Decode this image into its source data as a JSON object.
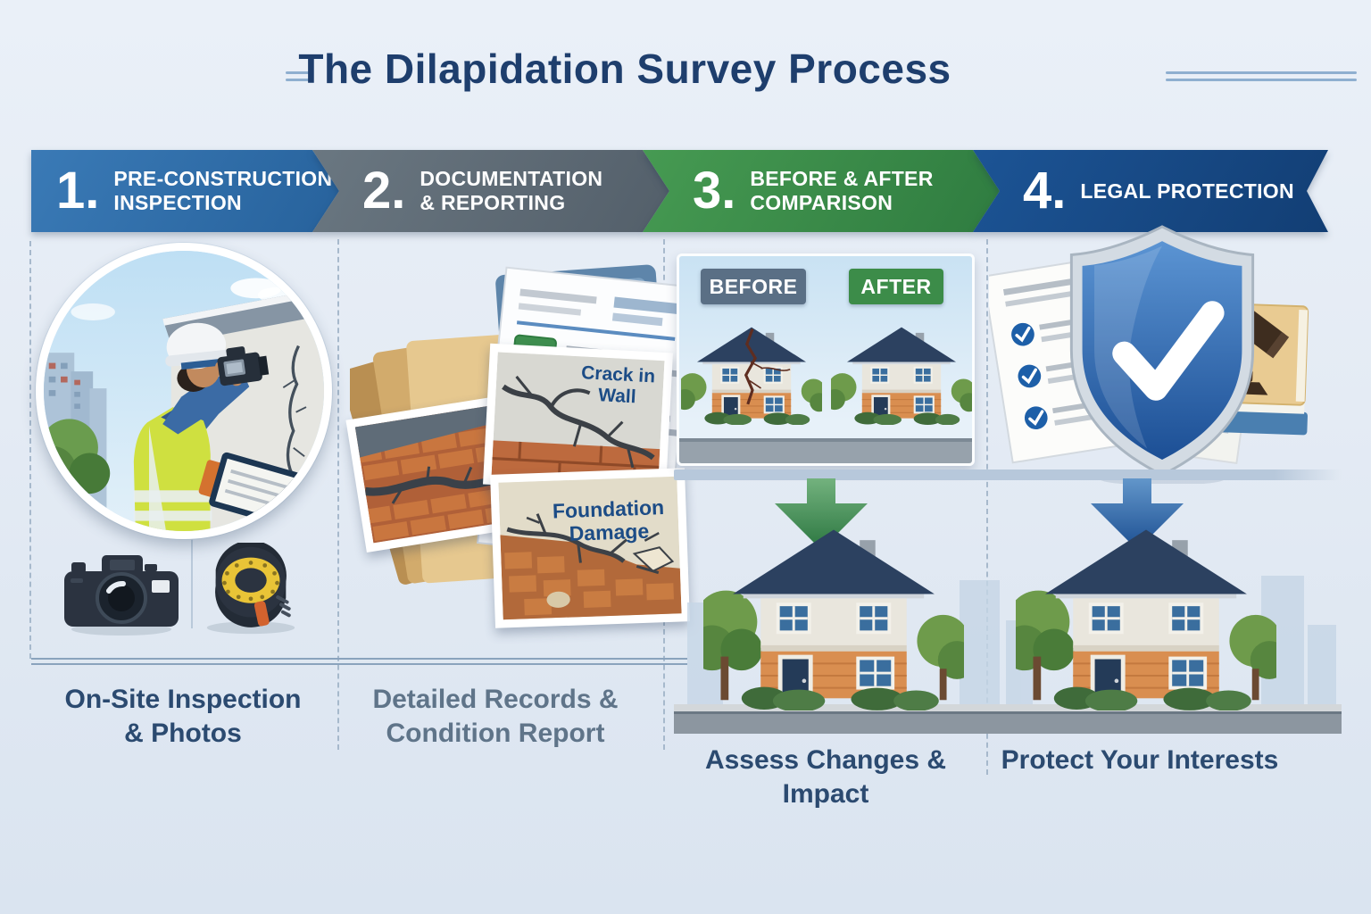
{
  "title": "The Dilapidation Survey Process",
  "steps": [
    {
      "number": "1.",
      "banner_line1": "PRE-CONSTRUCTION",
      "banner_line2": "INSPECTION",
      "banner_color": "#2d6ca8",
      "caption_line1": "On-Site Inspection",
      "caption_line2": "& Photos",
      "illustration": "inspector-photographing-cracked-wall"
    },
    {
      "number": "2.",
      "banner_line1": "DOCUMENTATION",
      "banner_line2": "& REPORTING",
      "banner_color": "#5d6b77",
      "caption_line1": "Detailed Records &",
      "caption_line2": "Condition Report",
      "illustration": "checklist-report-folders-and-damage-photos"
    },
    {
      "number": "3.",
      "banner_line1": "BEFORE & AFTER",
      "banner_line2": "COMPARISON",
      "banner_color": "#3c8b4b",
      "caption_line1": "Assess Changes & Impact",
      "caption_line2": "",
      "illustration": "before-after-house-comparison-with-down-arrow-and-house"
    },
    {
      "number": "4.",
      "banner_line1": "LEGAL PROTECTION",
      "banner_line2": "",
      "banner_color": "#164a85",
      "caption_line1": "Protect Your Interests",
      "caption_line2": "",
      "illustration": "shield-check-legal-documents-gavel-with-down-arrow-and-house"
    }
  ],
  "comparison": {
    "before_label": "BEFORE",
    "before_color": "#5a6f85",
    "after_label": "AFTER",
    "after_color": "#3c8c49"
  },
  "photos": {
    "crack_label": "Crack in Wall",
    "foundation_label": "Foundation Damage"
  },
  "icons": {
    "camera": "camera-icon",
    "tape_measure": "tape-measure-icon",
    "check_square": "check-square-icon",
    "check_circle": "check-circle-icon",
    "shield_check": "shield-check-icon",
    "gavel": "gavel-icon",
    "down_arrow_green": "down-arrow-icon",
    "down_arrow_blue": "down-arrow-icon"
  },
  "colors": {
    "background": "#e6edf5",
    "title_text": "#1e3e6d",
    "caption_dark": "#2b4a70",
    "caption_muted": "#5f7489",
    "check_green": "#3f8f4f",
    "shield_blue": "#1c4f95",
    "brick_orange": "#d98e50",
    "roof_navy": "#2c4160"
  }
}
